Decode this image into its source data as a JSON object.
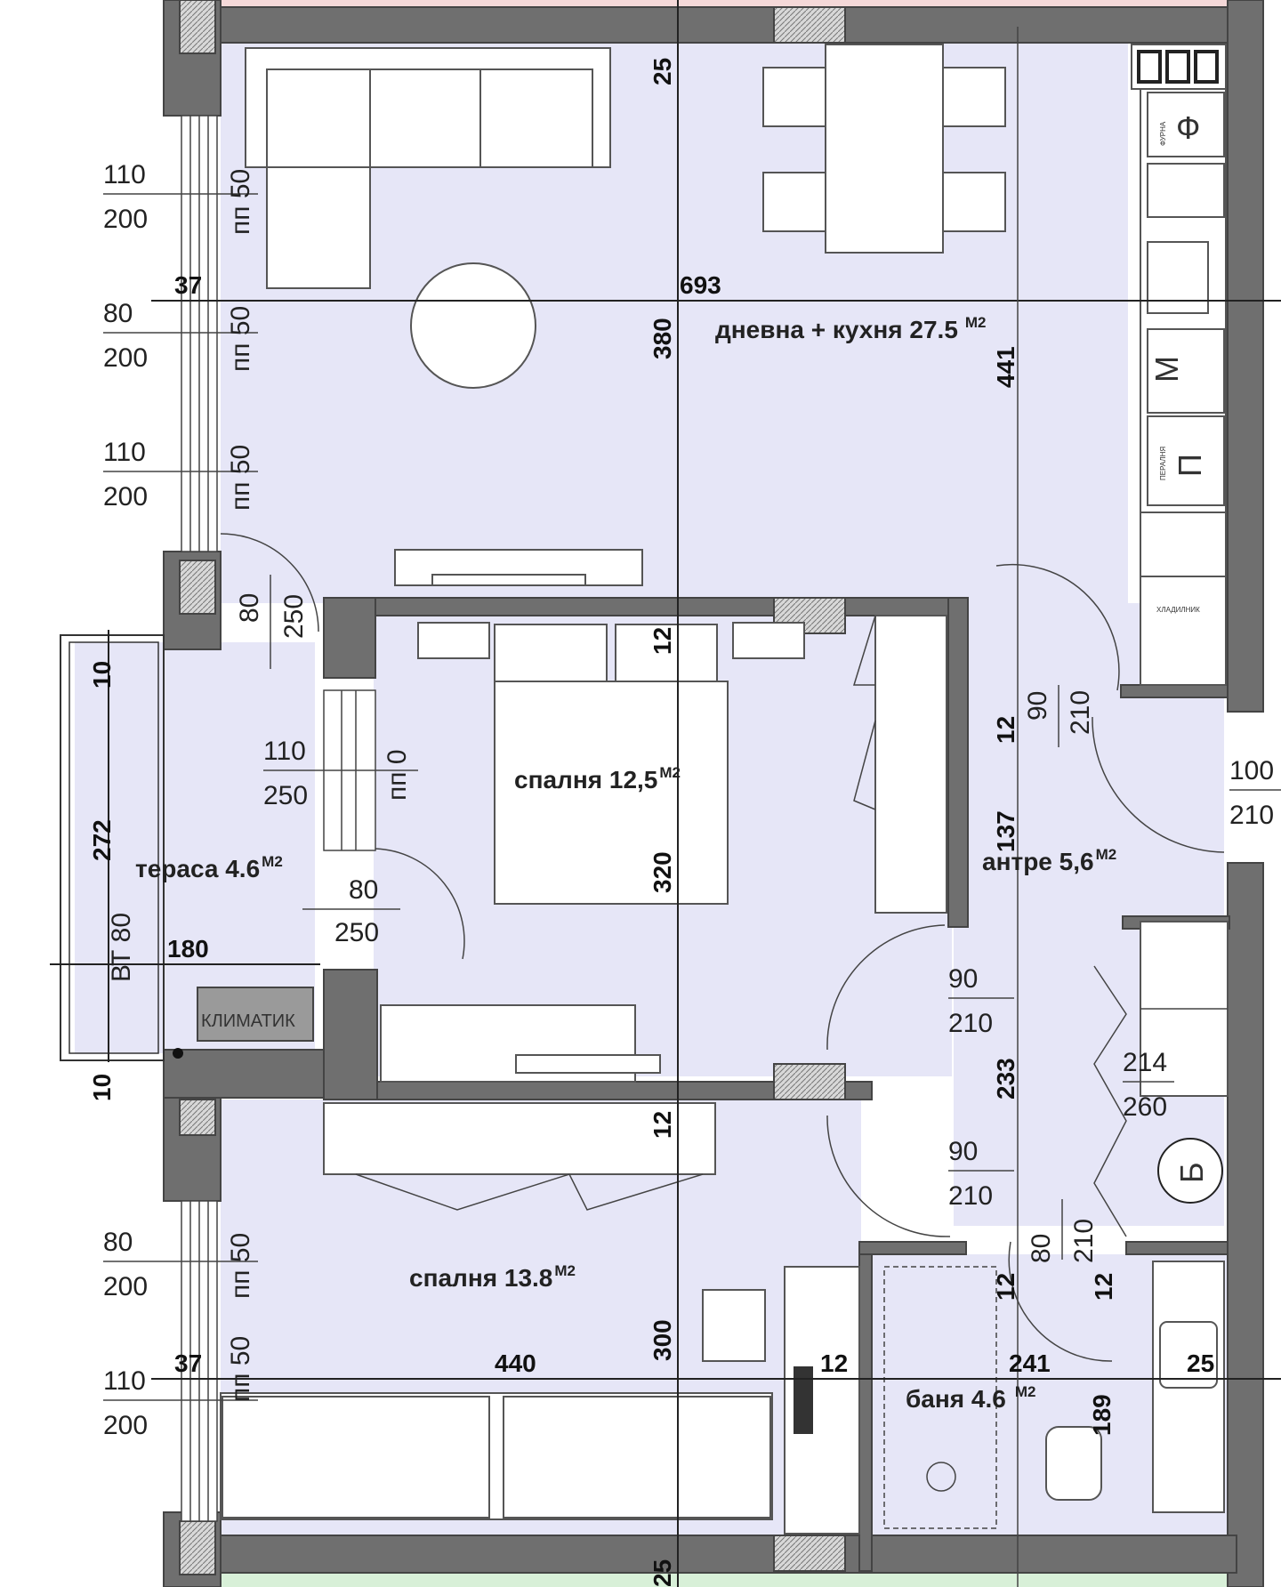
{
  "rooms": {
    "living_kitchen": {
      "name": "дневна + кухня 27.5",
      "unit": "М2"
    },
    "bedroom1": {
      "name": "спалня 12,5",
      "unit": "М2"
    },
    "bedroom2": {
      "name": "спалня 13.8",
      "unit": "М2"
    },
    "terrace": {
      "name": "тераса 4.6",
      "unit": "М2"
    },
    "hall": {
      "name": "антре 5,6",
      "unit": "М2"
    },
    "bath": {
      "name": "баня 4.6",
      "unit": "М2"
    }
  },
  "dimensions": {
    "d693": "693",
    "d380": "380",
    "d441": "441",
    "d25a": "25",
    "d37a": "37",
    "d37b": "37",
    "d12a": "12",
    "d12b": "12",
    "d12c": "12",
    "d12d": "12",
    "d12e": "12",
    "d12f": "12",
    "d320": "320",
    "d137": "137",
    "d233": "233",
    "d272": "272",
    "d180": "180",
    "d10a": "10",
    "d10b": "10",
    "d300": "300",
    "d440": "440",
    "d241": "241",
    "d189": "189",
    "d25b": "25",
    "d25c": "25"
  },
  "windows": [
    {
      "w": "110",
      "h": "200",
      "sill": "пп 50"
    },
    {
      "w": "80",
      "h": "200",
      "sill": "пп 50"
    },
    {
      "w": "110",
      "h": "200",
      "sill": "пп 50"
    },
    {
      "w": "80",
      "h": "200",
      "sill": "пп 50"
    },
    {
      "w": "110",
      "h": "200",
      "sill": "пп 50"
    }
  ],
  "doors": {
    "terrace_door_top": {
      "w": "80",
      "h": "250"
    },
    "terrace_window": {
      "w": "110",
      "h": "250",
      "sill": "пп 0"
    },
    "terrace_door_bottom": {
      "w": "80",
      "h": "250"
    },
    "kitchen_door": {
      "w": "90",
      "h": "210"
    },
    "entrance": {
      "w": "100",
      "h": "210"
    },
    "bedroom1_door": {
      "w": "90",
      "h": "210"
    },
    "bedroom2_door": {
      "w": "90",
      "h": "210"
    },
    "wardrobe": {
      "w": "214",
      "h": "260"
    },
    "bath_door": {
      "w": "80",
      "h": "210"
    }
  },
  "labels": {
    "ac": "КЛИМАТИК",
    "bt": "ВТ 80",
    "boiler": "Б",
    "oven": "Ф",
    "micro": "М",
    "dish": "П",
    "oven_small": "ФУРНА",
    "dish_small": "ПЕРАЛНЯ",
    "fridge": "ХЛАДИЛНИК"
  },
  "colors": {
    "floor": "#e6e6f7",
    "wall": "#6f6f6f",
    "terrace_green": "#d8f0d8"
  }
}
